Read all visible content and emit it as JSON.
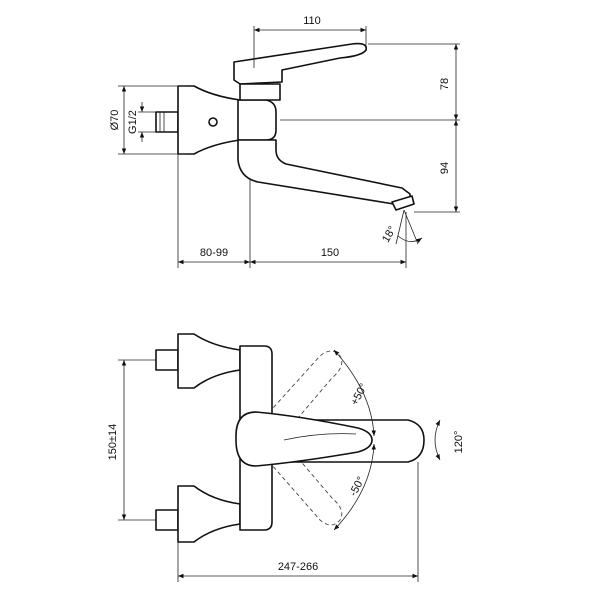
{
  "dimensions": {
    "top_width": "110",
    "height_upper": "78",
    "height_lower": "94",
    "diameter": "Ø70",
    "thread": "G1/2",
    "projection_range": "80-99",
    "spout_length": "150",
    "spout_angle": "18°",
    "center_distance": "150±14",
    "overall_width": "247-266",
    "swing_plus": "+50°",
    "swing_minus": "-50°",
    "handle_rotation": "120°"
  }
}
